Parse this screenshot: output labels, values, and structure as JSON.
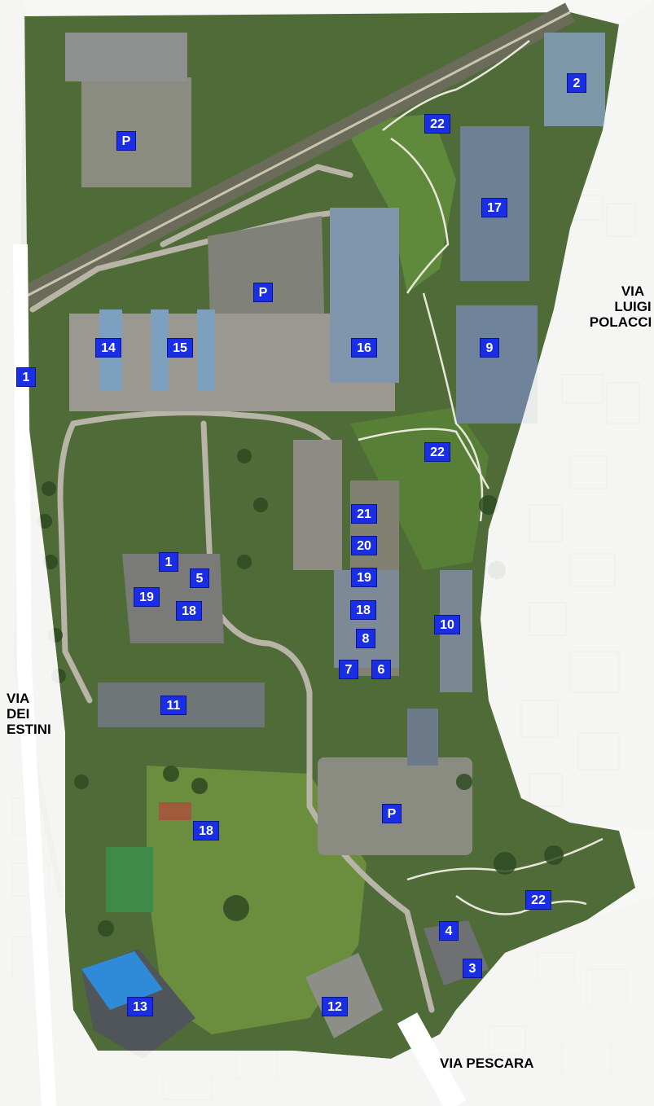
{
  "markers": {
    "p1": "P",
    "p2": "P",
    "p3": "P",
    "m1a": "1",
    "m1b": "1",
    "m2": "2",
    "m3": "3",
    "m4": "4",
    "m5": "5",
    "m6": "6",
    "m7": "7",
    "m8": "8",
    "m9": "9",
    "m10": "10",
    "m11": "11",
    "m12": "12",
    "m13": "13",
    "m14": "14",
    "m15": "15",
    "m16": "16",
    "m17": "17",
    "m18a": "18",
    "m18b": "18",
    "m18c": "18",
    "m19a": "19",
    "m19b": "19",
    "m20": "20",
    "m21": "21",
    "m22a": "22",
    "m22b": "22",
    "m22c": "22"
  },
  "streets": {
    "polacchi_1": "VIA",
    "polacchi_2": "LUIGI",
    "polacchi_3": "POLACCI",
    "vestini_1": "VIA",
    "vestini_2": "DEI",
    "vestini_3": "ESTINI",
    "pescara": "VIA PESCARA"
  },
  "colors": {
    "marker_bg": "#1a2ee6",
    "marker_text": "#ffffff"
  }
}
